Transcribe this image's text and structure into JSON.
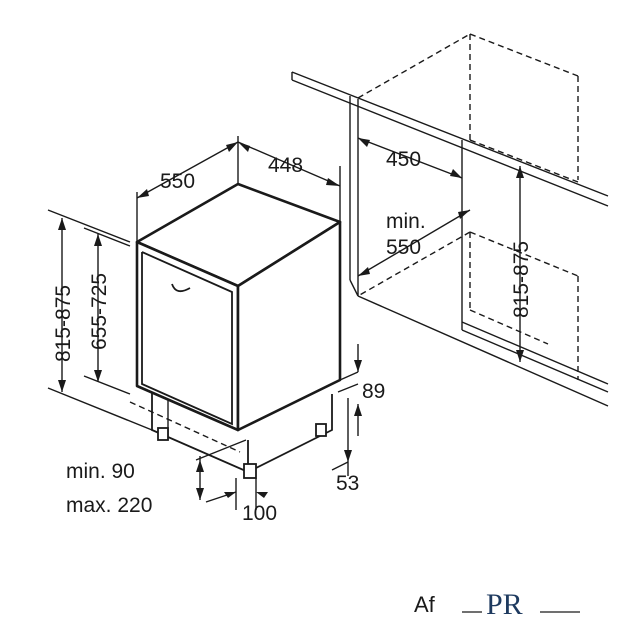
{
  "diagram": {
    "labels": {
      "width_depth": "550",
      "width_front": "448",
      "niche_width": "450",
      "niche_depth_label_line1": "min.",
      "niche_depth_label_line2": "550",
      "niche_height": "815-875",
      "total_height": "815-875",
      "door_height": "655-725",
      "plinth_height": "89",
      "plinth_min": "min. 90",
      "plinth_max": "max. 220",
      "plinth_depth": "100",
      "plinth_gap": "53"
    }
  },
  "footer": {
    "caption": "Af",
    "logo_text": "PR"
  }
}
